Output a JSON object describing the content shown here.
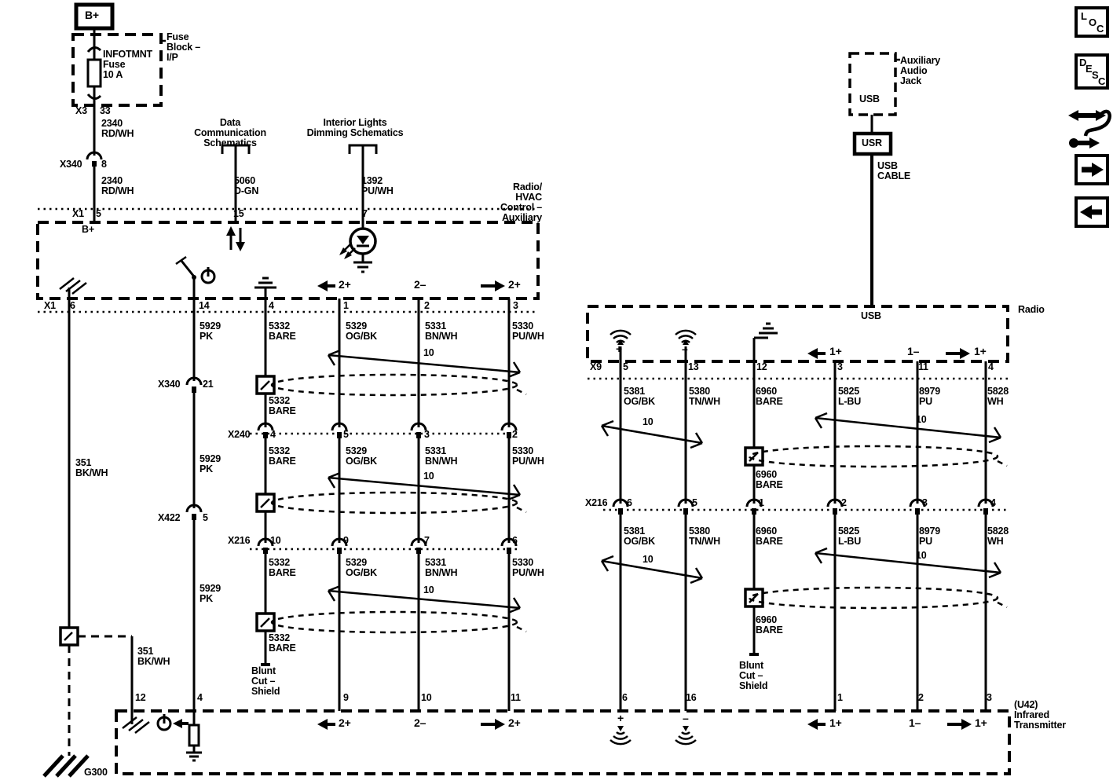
{
  "toolbar": {
    "loc": [
      "L",
      "O",
      "C"
    ],
    "desc": [
      "D",
      "E",
      "S",
      "C"
    ]
  },
  "power": {
    "b_plus": "B+",
    "fuse_block": "Fuse\nBlock –\nI/P",
    "fuse": "INFOTMNT\nFuse\n10 A",
    "x3": "X3",
    "pin_33": "33",
    "wire_2340_a": "2340\nRD/WH",
    "x340": "X340",
    "pin_8": "8",
    "wire_2340_b": "2340\nRD/WH",
    "x1": "X1",
    "pin_5": "5",
    "b_plus_pin": "B+"
  },
  "data_comm": {
    "title": "Data\nCommunication\nSchematics",
    "wire": "5060\nD-GN",
    "pin_15": "15"
  },
  "dimming": {
    "title": "Interior Lights\nDimming Schematics",
    "wire": "1392\nPU/WH",
    "pin_7": "7"
  },
  "hvac": {
    "name": "Radio/\nHVAC\nControl –\nAuxiliary",
    "x1": "X1",
    "pins": [
      "6",
      "14",
      "4",
      "1",
      "2",
      "3"
    ],
    "pol": [
      "2+",
      "2–",
      "2+"
    ]
  },
  "left": {
    "wire_351_a": "351\nBK/WH",
    "wire_351_b": "351\nBK/WH",
    "pk": [
      "5929\nPK",
      "5929\nPK",
      "5929\nPK"
    ],
    "shield": [
      "5332\nBARE",
      "5332\nBARE",
      "5332\nBARE",
      "5332\nBARE",
      "5332\nBARE"
    ],
    "og": [
      "5329\nOG/BK",
      "5329\nOG/BK",
      "5329\nOG/BK"
    ],
    "bn": [
      "5331\nBN/WH",
      "5331\nBN/WH",
      "5331\nBN/WH"
    ],
    "pu": [
      "5330\nPU/WH",
      "5330\nPU/WH",
      "5330\nPU/WH"
    ],
    "tp": [
      "10",
      "10",
      "10"
    ],
    "x340": "X340",
    "x340_pin": "21",
    "x240": "X240",
    "x240_pins": [
      "4",
      "5",
      "3",
      "2"
    ],
    "x422": "X422",
    "x422_pin": "5",
    "x216": "X216",
    "x216_pins": [
      "10",
      "9",
      "7",
      "6"
    ],
    "blunt": "Blunt\nCut –\nShield",
    "g300": "G300"
  },
  "radio": {
    "name": "Radio",
    "jack_name": "Auxiliary\nAudio\nJack",
    "jack_usb": "USB",
    "usr": "USR",
    "usb_cable": "USB\nCABLE",
    "usb_in": "USB",
    "x9": "X9",
    "x9_pins": [
      "5",
      "13",
      "12",
      "3",
      "11",
      "4"
    ],
    "ant_pol": [
      "+",
      "–"
    ],
    "pol": [
      "1+",
      "1–",
      "1+"
    ],
    "og": [
      "5381\nOG/BK",
      "5381\nOG/BK"
    ],
    "tn": [
      "5380\nTN/WH",
      "5380\nTN/WH"
    ],
    "shield": [
      "6960\nBARE",
      "6960\nBARE",
      "6960\nBARE",
      "6960\nBARE"
    ],
    "lbu": [
      "5825\nL-BU",
      "5825\nL-BU"
    ],
    "pu": [
      "8979\nPU",
      "8979\nPU"
    ],
    "wh": [
      "5828\nWH",
      "5828\nWH"
    ],
    "tp": [
      "10",
      "10",
      "10",
      "10"
    ],
    "x216": "X216",
    "x216_pins": [
      "6",
      "5",
      "1",
      "2",
      "3",
      "4"
    ],
    "blunt": "Blunt\nCut –\nShield"
  },
  "bottom": {
    "pins": [
      "12",
      "4",
      "9",
      "10",
      "11",
      "6",
      "16",
      "1",
      "2",
      "3"
    ],
    "pol": [
      "2+",
      "2–",
      "2+"
    ],
    "ant_pol": [
      "+",
      "–"
    ],
    "pol2": [
      "1+",
      "1–",
      "1+"
    ],
    "u42": "(U42)\nInfrared\nTransmitter"
  }
}
